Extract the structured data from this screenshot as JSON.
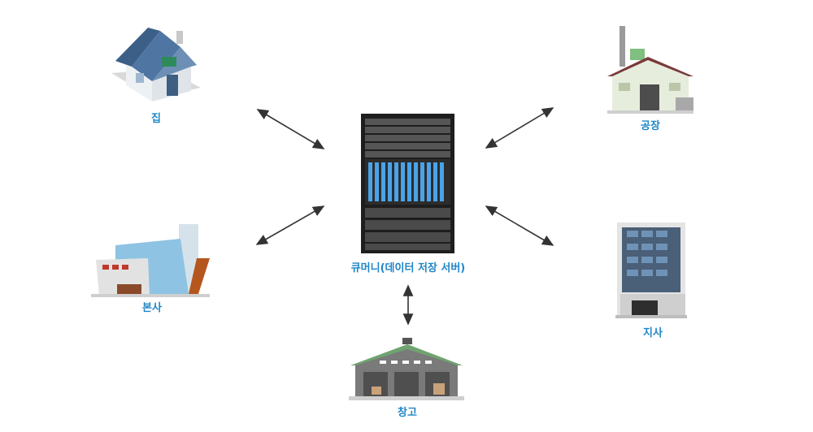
{
  "nodes": {
    "home": "집",
    "factory": "공장",
    "headquarters": "본사",
    "server": "큐머니(데이터 저장 서버)",
    "branch": "지사",
    "warehouse": "창고"
  },
  "colors": {
    "label": "#1f86c8",
    "arrow": "#333333"
  }
}
